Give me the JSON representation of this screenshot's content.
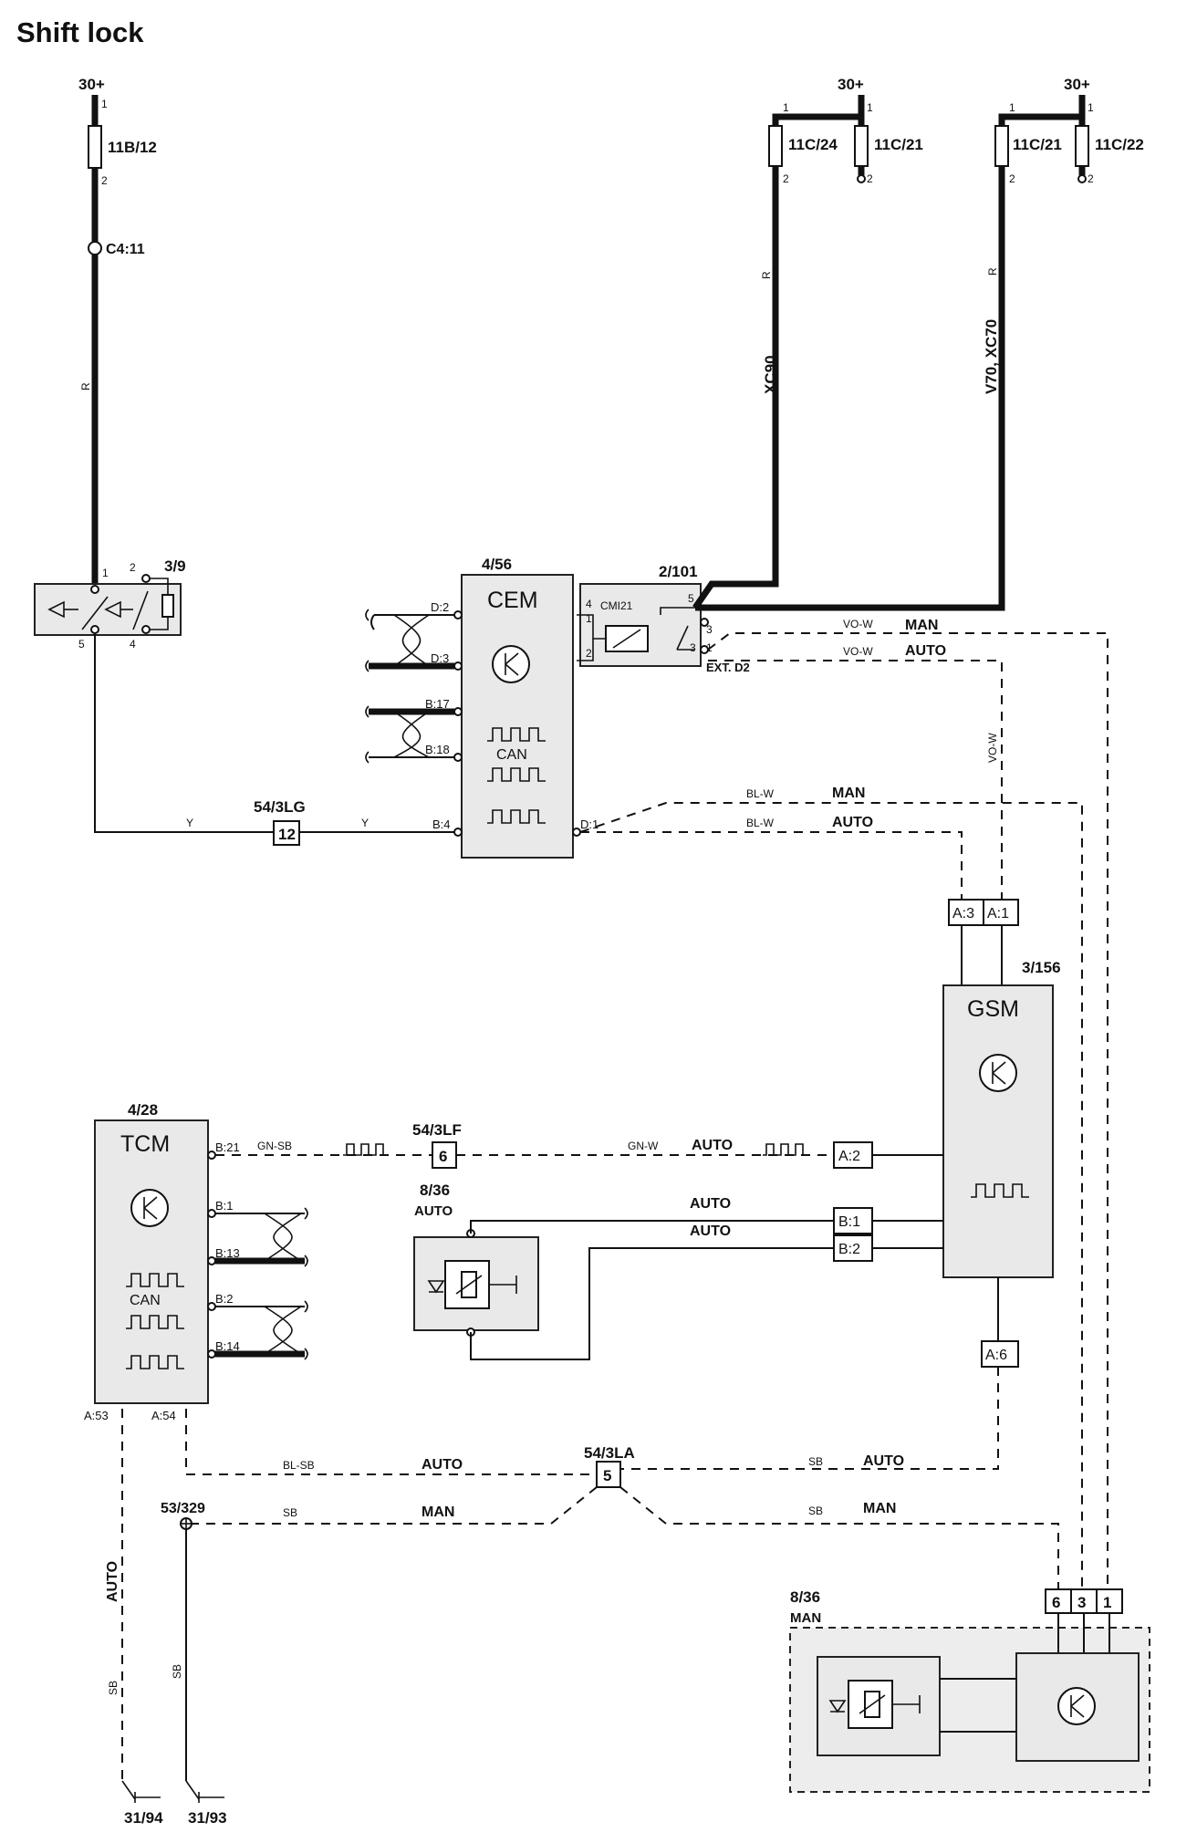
{
  "title": "Shift lock",
  "supply": "30+",
  "fuses": {
    "f1": "11B/12",
    "f2": "11C/24",
    "f3": "11C/21",
    "f4": "11C/21",
    "f5": "11C/22"
  },
  "pin_numbers": {
    "one": "1",
    "two": "2",
    "three": "3",
    "four": "4",
    "five": "5",
    "six": "6"
  },
  "connector_c4": "C4:11",
  "wire_colors": {
    "r": "R",
    "y": "Y",
    "vo_w": "VO-W",
    "bl_w": "BL-W",
    "gn_sb": "GN-SB",
    "gn_w": "GN-W",
    "bl_sb": "BL-SB",
    "sb": "SB"
  },
  "variants": {
    "xc90": "XC90",
    "v70": "V70, XC70"
  },
  "modes": {
    "man": "MAN",
    "auto": "AUTO"
  },
  "switch_3_9": {
    "id": "3/9"
  },
  "cem": {
    "id": "4/56",
    "name": "CEM",
    "pins": {
      "d2": "D:2",
      "d3": "D:3",
      "b17": "B:17",
      "b18": "B:18",
      "b4": "B:4",
      "d1": "D:1"
    },
    "can": "CAN"
  },
  "relay": {
    "id": "2/101",
    "cmi": "CMI21",
    "ext": "EXT. D2"
  },
  "connectors": {
    "lg": "54/3LG",
    "lg_pin": "12",
    "lf": "54/3LF",
    "lf_pin": "6",
    "la": "54/3LA",
    "la_pin": "5"
  },
  "gsm": {
    "id": "3/156",
    "name": "GSM",
    "pins": {
      "a3": "A:3",
      "a1": "A:1",
      "a2": "A:2",
      "b1": "B:1",
      "b2": "B:2",
      "a6": "A:6"
    }
  },
  "tcm": {
    "id": "4/28",
    "name": "TCM",
    "pins": {
      "b21": "B:21",
      "b1": "B:1",
      "b13": "B:13",
      "b2": "B:2",
      "b14": "B:14",
      "a53": "A:53",
      "a54": "A:54"
    },
    "can": "CAN"
  },
  "shift_auto": {
    "id": "8/36",
    "mode": "AUTO"
  },
  "shift_man": {
    "id": "8/36",
    "mode": "MAN"
  },
  "ground_point": "53/329",
  "grounds": {
    "g1": "31/94",
    "g2": "31/93"
  }
}
